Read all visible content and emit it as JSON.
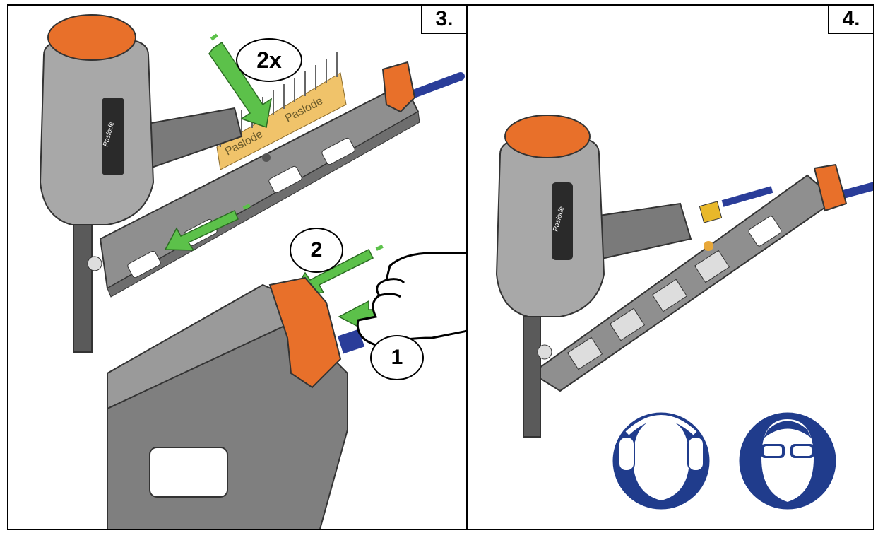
{
  "steps": [
    {
      "label": "3.",
      "callouts": {
        "repeat": "2x",
        "first": "1",
        "second": "2"
      }
    },
    {
      "label": "4."
    }
  ],
  "brand": {
    "name": "Paslode"
  },
  "safety_signs": [
    "hearing-protection",
    "eye-protection"
  ],
  "colors": {
    "tool_orange": "#e8702a",
    "tool_grey": "#9a9a9a",
    "arrow_green": "#5cc14a",
    "hose_blue": "#2a3d99",
    "sign_blue": "#203c8c",
    "nail_strip_yellow": "#f0c36a"
  },
  "icons": [
    "green-arrow-icon",
    "hand-icon",
    "ear-protection-icon",
    "eye-protection-icon"
  ]
}
